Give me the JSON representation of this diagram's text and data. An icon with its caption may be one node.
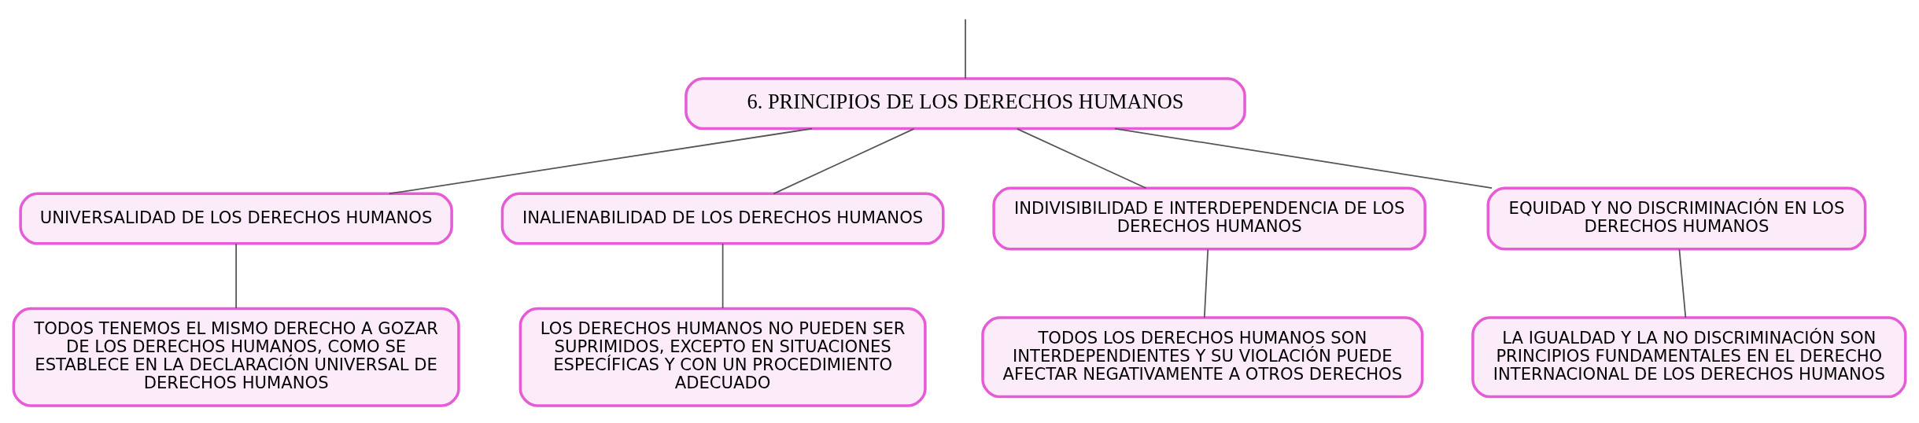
{
  "diagram": {
    "nodes": [
      {
        "text": [
          "6. PRINCIPIOS DE LOS DERECHOS HUMANOS"
        ]
      },
      {
        "text": [
          "UNIVERSALIDAD DE LOS DERECHOS HUMANOS"
        ]
      },
      {
        "text": [
          "INALIENABILIDAD DE LOS DERECHOS HUMANOS"
        ]
      },
      {
        "text": [
          "INDIVISIBILIDAD E INTERDEPENDENCIA DE LOS DERECHOS HUMANOS"
        ]
      },
      {
        "text": [
          "EQUIDAD Y NO DISCRIMINACIÓN EN LOS DERECHOS HUMANOS"
        ]
      },
      {
        "text": [
          "TODOS TENEMOS EL MISMO DERECHO A GOZAR DE LOS DERECHOS HUMANOS, COMO SE ESTABLECE EN LA DECLARACIÓN UNIVERSAL DE DERECHOS HUMANOS"
        ]
      },
      {
        "text": [
          "LOS DERECHOS HUMANOS NO PUEDEN SER SUPRIMIDOS, EXCEPTO EN SITUACIONES ESPECÍFICAS Y CON UN PROCEDIMIENTO ADECUADO"
        ]
      },
      {
        "text": [
          "TODOS LOS DERECHOS HUMANOS SON INTERDEPENDIENTES Y SU VIOLACIÓN PUEDE AFECTAR NEGATIVAMENTE A OTROS DERECHOS"
        ]
      },
      {
        "text": [
          "LA IGUALDAD Y LA NO DISCRIMINACIÓN SON PRINCIPIOS FUNDAMENTALES EN EL DERECHO INTERNACIONAL DE LOS DERECHOS HUMANOS"
        ]
      }
    ],
    "edges": [
      {
        "from": null,
        "to": 0,
        "arrow": "none"
      },
      {
        "from": 0,
        "to": 1,
        "arrow": "none"
      },
      {
        "from": 0,
        "to": 2,
        "arrow": "none"
      },
      {
        "from": 0,
        "to": 3,
        "arrow": "none"
      },
      {
        "from": 0,
        "to": 4,
        "arrow": "none"
      },
      {
        "from": 1,
        "to": 5,
        "arrow": "none"
      },
      {
        "from": 2,
        "to": 6,
        "arrow": "none"
      },
      {
        "from": 3,
        "to": 7,
        "arrow": "none"
      },
      {
        "from": 4,
        "to": 8,
        "arrow": "none"
      }
    ]
  }
}
